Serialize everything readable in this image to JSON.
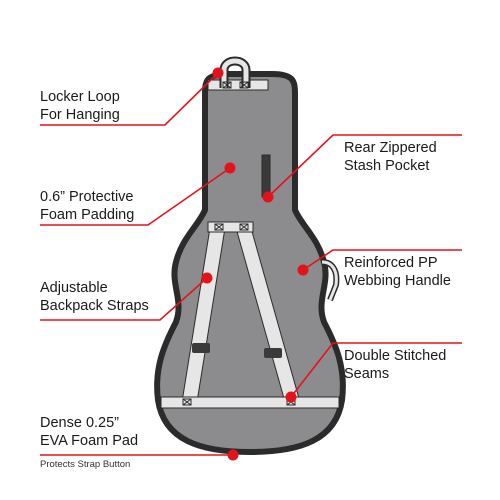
{
  "colors": {
    "accent": "#e3121b",
    "case_body": "#8c8c8e",
    "case_outline": "#2b2b2b",
    "strap": "#e6e6e6",
    "text": "#1a1a1a"
  },
  "callouts": {
    "locker_loop": {
      "line1": "Locker Loop",
      "line2": "For Hanging"
    },
    "foam_padding": {
      "line1": "0.6” Protective",
      "line2": "Foam Padding"
    },
    "backpack_straps": {
      "line1": "Adjustable",
      "line2": "Backpack Straps"
    },
    "eva_pad": {
      "line1": "Dense 0.25”",
      "line2": "EVA Foam Pad",
      "note": "Protects Strap Button"
    },
    "stash_pocket": {
      "line1": "Rear Zippered",
      "line2": "Stash Pocket"
    },
    "webbing_handle": {
      "line1": "Reinforced PP",
      "line2": "Webbing Handle"
    },
    "stitched_seams": {
      "line1": "Double Stitched",
      "line2": "Seams"
    }
  }
}
